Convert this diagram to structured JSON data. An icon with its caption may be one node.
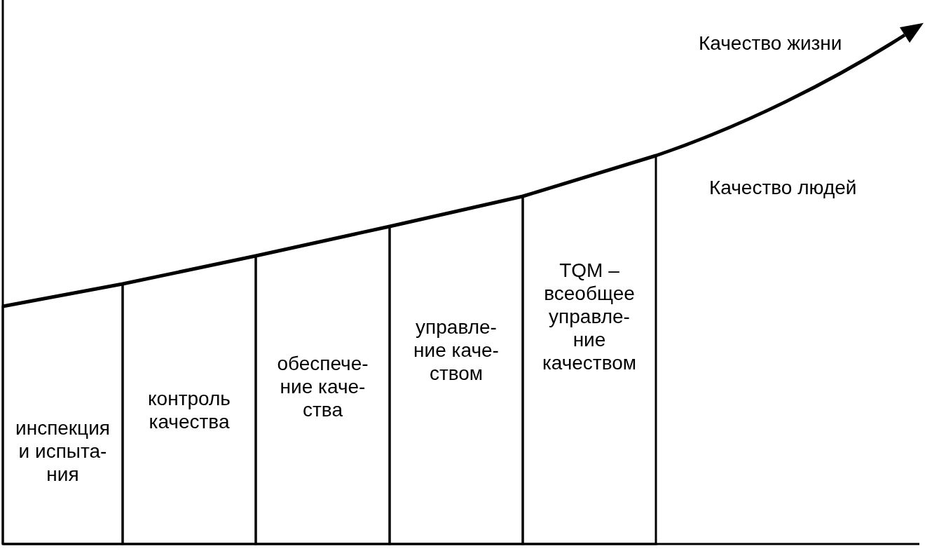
{
  "diagram": {
    "nodes": [
      {
        "text": [
          "инспекция и испыта- ния"
        ]
      },
      {
        "text": [
          "контроль качества"
        ]
      },
      {
        "text": [
          "обеспече- ние каче- ства"
        ]
      },
      {
        "text": [
          "управле- ние каче- ством"
        ]
      },
      {
        "text": [
          "TQM – всеобщее управле- ние качеством"
        ]
      }
    ],
    "labels": [
      "Качество жизни",
      "Качество людей"
    ]
  }
}
